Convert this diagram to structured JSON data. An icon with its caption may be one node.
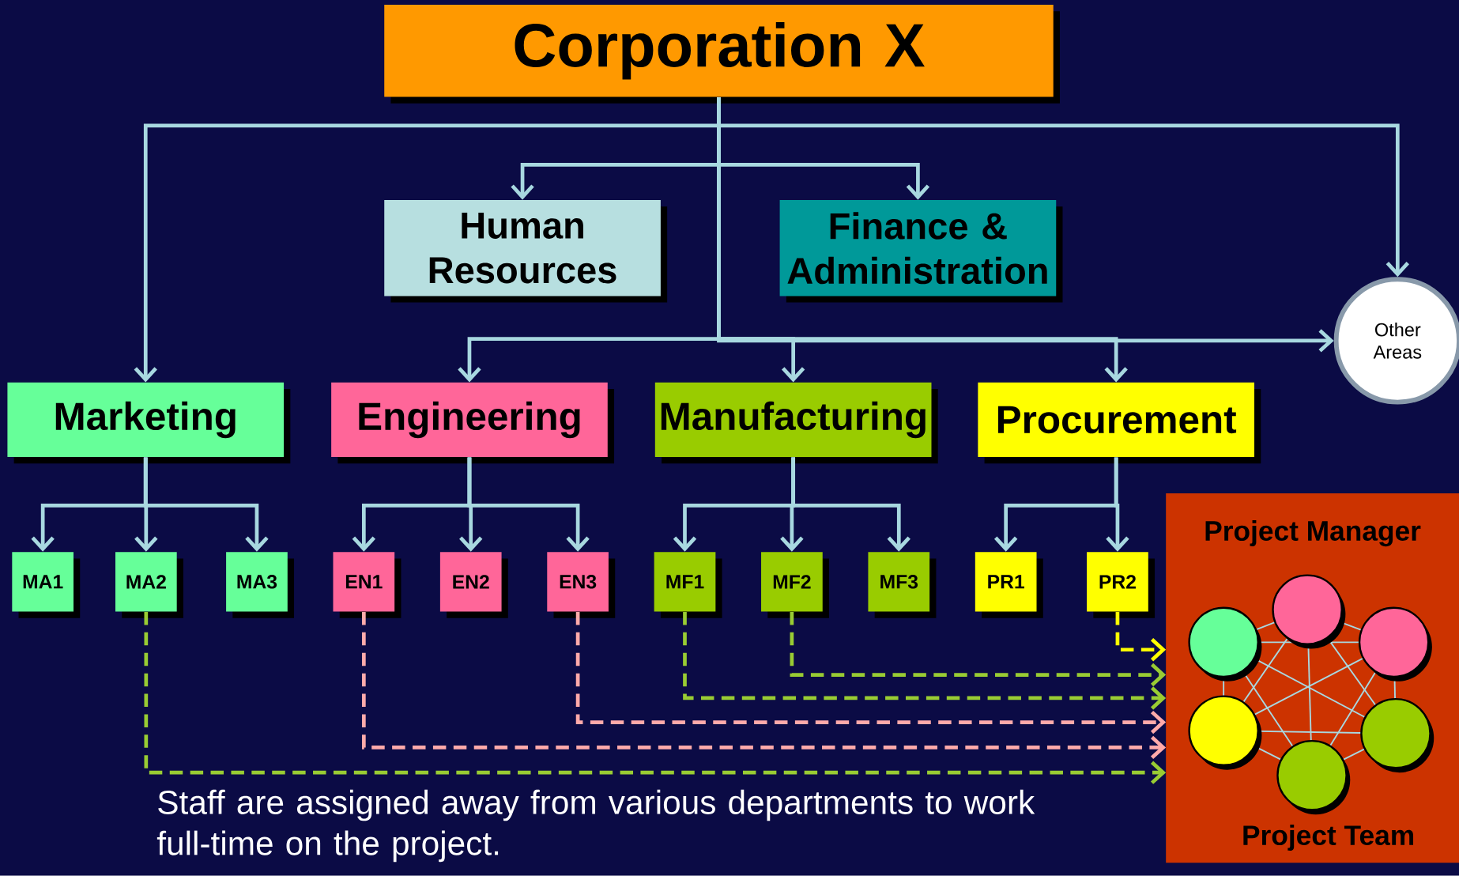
{
  "diagram": {
    "caption": "Staff are assigned away from various departments to work full-time on the project.",
    "nodes": [
      {
        "text": [
          "Corporation X"
        ]
      },
      {
        "text": [
          "Human Resources"
        ]
      },
      {
        "text": [
          "Finance & Administration"
        ]
      },
      {
        "text": [
          "Other Areas"
        ]
      },
      {
        "text": [
          "Marketing"
        ]
      },
      {
        "text": [
          "Engineering"
        ]
      },
      {
        "text": [
          "Manufacturing"
        ]
      },
      {
        "text": [
          "Procurement"
        ]
      },
      {
        "text": [
          "MA1"
        ]
      },
      {
        "text": [
          "MA2"
        ]
      },
      {
        "text": [
          "MA3"
        ]
      },
      {
        "text": [
          "EN1"
        ]
      },
      {
        "text": [
          "EN2"
        ]
      },
      {
        "text": [
          "EN3"
        ]
      },
      {
        "text": [
          "MF1"
        ]
      },
      {
        "text": [
          "MF2"
        ]
      },
      {
        "text": [
          "MF3"
        ]
      },
      {
        "text": [
          "PR1"
        ]
      },
      {
        "text": [
          "PR2"
        ]
      },
      {
        "text": [
          "Project Manager",
          "Project Team"
        ]
      },
      {
        "text": [],
        "shape": "circle",
        "in": 19
      },
      {
        "text": [],
        "shape": "circle",
        "in": 19
      },
      {
        "text": [],
        "shape": "circle",
        "in": 19
      },
      {
        "text": [],
        "shape": "circle",
        "in": 19
      },
      {
        "text": [],
        "shape": "circle",
        "in": 19
      },
      {
        "text": [],
        "shape": "circle",
        "in": 19
      }
    ],
    "edges": [
      {
        "from": 0,
        "to": 1,
        "arrow": "to"
      },
      {
        "from": 0,
        "to": 2,
        "arrow": "to"
      },
      {
        "from": 0,
        "to": 3,
        "arrow": "to"
      },
      {
        "from": 0,
        "to": 3,
        "arrow": "to"
      },
      {
        "from": 0,
        "to": 4,
        "arrow": "to"
      },
      {
        "from": 0,
        "to": 5,
        "arrow": "to"
      },
      {
        "from": 0,
        "to": 6,
        "arrow": "to"
      },
      {
        "from": 0,
        "to": 7,
        "arrow": "to"
      },
      {
        "from": 4,
        "to": 8,
        "arrow": "to"
      },
      {
        "from": 4,
        "to": 9,
        "arrow": "to"
      },
      {
        "from": 4,
        "to": 10,
        "arrow": "to"
      },
      {
        "from": 5,
        "to": 11,
        "arrow": "to"
      },
      {
        "from": 5,
        "to": 12,
        "arrow": "to"
      },
      {
        "from": 5,
        "to": 13,
        "arrow": "to"
      },
      {
        "from": 6,
        "to": 14,
        "arrow": "to"
      },
      {
        "from": 6,
        "to": 15,
        "arrow": "to"
      },
      {
        "from": 6,
        "to": 16,
        "arrow": "to"
      },
      {
        "from": 7,
        "to": 17,
        "arrow": "to"
      },
      {
        "from": 7,
        "to": 18,
        "arrow": "to"
      },
      {
        "from": 9,
        "to": 19,
        "arrow": "to",
        "style": "dashed",
        "color": "#99cc33"
      },
      {
        "from": 11,
        "to": 19,
        "arrow": "to",
        "style": "dashed",
        "color": "#ffaaaa"
      },
      {
        "from": 13,
        "to": 19,
        "arrow": "to",
        "style": "dashed",
        "color": "#ffaaaa"
      },
      {
        "from": 14,
        "to": 19,
        "arrow": "to",
        "style": "dashed",
        "color": "#99cc33"
      },
      {
        "from": 15,
        "to": 19,
        "arrow": "to",
        "style": "dashed",
        "color": "#99cc33"
      },
      {
        "from": 18,
        "to": 19,
        "arrow": "to",
        "style": "dashed",
        "color": "#ffff00"
      },
      {
        "from": 20,
        "to": 21,
        "arrow": "none"
      },
      {
        "from": 20,
        "to": 22,
        "arrow": "none"
      },
      {
        "from": 20,
        "to": 23,
        "arrow": "none"
      },
      {
        "from": 20,
        "to": 24,
        "arrow": "none"
      },
      {
        "from": 20,
        "to": 25,
        "arrow": "none"
      },
      {
        "from": 21,
        "to": 22,
        "arrow": "none"
      },
      {
        "from": 21,
        "to": 23,
        "arrow": "none"
      },
      {
        "from": 21,
        "to": 24,
        "arrow": "none"
      },
      {
        "from": 21,
        "to": 25,
        "arrow": "none"
      },
      {
        "from": 22,
        "to": 23,
        "arrow": "none"
      },
      {
        "from": 22,
        "to": 24,
        "arrow": "none"
      },
      {
        "from": 22,
        "to": 25,
        "arrow": "none"
      },
      {
        "from": 23,
        "to": 24,
        "arrow": "none"
      },
      {
        "from": 23,
        "to": 25,
        "arrow": "none"
      },
      {
        "from": 24,
        "to": 25,
        "arrow": "none"
      }
    ]
  }
}
